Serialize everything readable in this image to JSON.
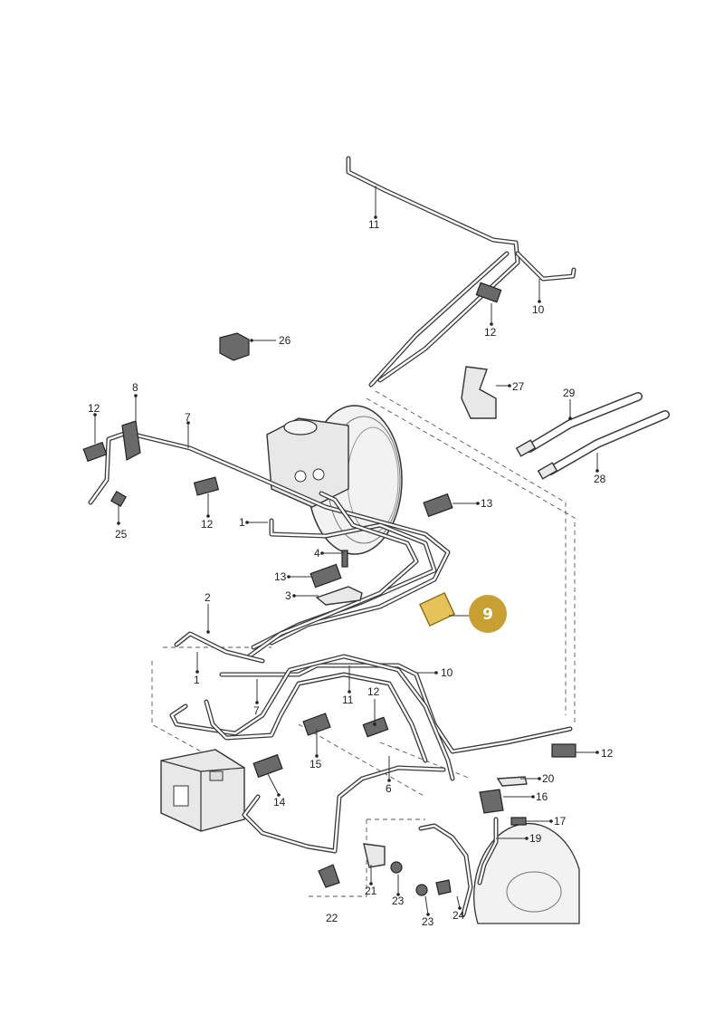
{
  "callouts": [
    {
      "id": "c1a",
      "text": "1"
    },
    {
      "id": "c1b",
      "text": "1"
    },
    {
      "id": "c2",
      "text": "2"
    },
    {
      "id": "c3",
      "text": "3"
    },
    {
      "id": "c4",
      "text": "4"
    },
    {
      "id": "c6",
      "text": "6"
    },
    {
      "id": "c7a",
      "text": "7"
    },
    {
      "id": "c7b",
      "text": "7"
    },
    {
      "id": "c8",
      "text": "8"
    },
    {
      "id": "c10a",
      "text": "10"
    },
    {
      "id": "c10b",
      "text": "10"
    },
    {
      "id": "c11a",
      "text": "11"
    },
    {
      "id": "c11b",
      "text": "11"
    },
    {
      "id": "c12a",
      "text": "12"
    },
    {
      "id": "c12b",
      "text": "12"
    },
    {
      "id": "c12c",
      "text": "12"
    },
    {
      "id": "c12d",
      "text": "12"
    },
    {
      "id": "c12e",
      "text": "12"
    },
    {
      "id": "c13a",
      "text": "13"
    },
    {
      "id": "c13b",
      "text": "13"
    },
    {
      "id": "c14",
      "text": "14"
    },
    {
      "id": "c15",
      "text": "15"
    },
    {
      "id": "c16",
      "text": "16"
    },
    {
      "id": "c17",
      "text": "17"
    },
    {
      "id": "c19",
      "text": "19"
    },
    {
      "id": "c20",
      "text": "20"
    },
    {
      "id": "c21",
      "text": "21"
    },
    {
      "id": "c22",
      "text": "22"
    },
    {
      "id": "c23a",
      "text": "23"
    },
    {
      "id": "c23b",
      "text": "23"
    },
    {
      "id": "c24",
      "text": "24"
    },
    {
      "id": "c25",
      "text": "25"
    },
    {
      "id": "c26",
      "text": "26"
    },
    {
      "id": "c27",
      "text": "27"
    },
    {
      "id": "c28",
      "text": "28"
    },
    {
      "id": "c29",
      "text": "29"
    }
  ],
  "highlight": {
    "text": "9",
    "badge_color": "#c8a032",
    "part_color": "#e6c25a"
  }
}
